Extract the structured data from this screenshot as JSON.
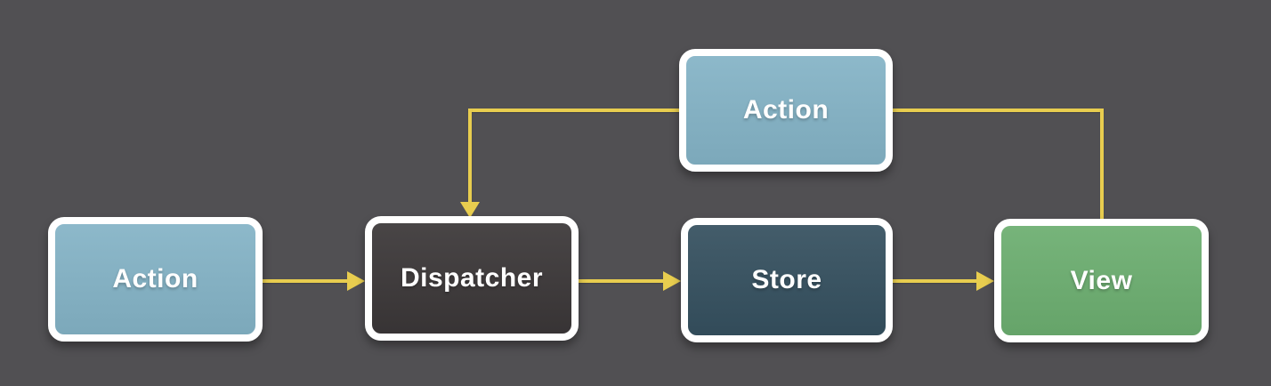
{
  "diagram": {
    "nodes": {
      "action_top": {
        "label": "Action",
        "color": "#84b3c6"
      },
      "action": {
        "label": "Action",
        "color": "#84b3c6"
      },
      "dispatcher": {
        "label": "Dispatcher",
        "color": "#3b3738"
      },
      "store": {
        "label": "Store",
        "color": "#35505f"
      },
      "view": {
        "label": "View",
        "color": "#6cae70"
      }
    },
    "edges": [
      {
        "from": "action",
        "to": "dispatcher",
        "arrowhead": true
      },
      {
        "from": "dispatcher",
        "to": "store",
        "arrowhead": true
      },
      {
        "from": "store",
        "to": "view",
        "arrowhead": true
      },
      {
        "from": "view",
        "to": "action_top",
        "arrowhead": false
      },
      {
        "from": "action_top",
        "to": "dispatcher",
        "arrowhead": true
      }
    ],
    "colors": {
      "background": "#515053",
      "connector": "#e8cd4f",
      "node_border": "#ffffff",
      "node_text": "#ffffff"
    }
  }
}
